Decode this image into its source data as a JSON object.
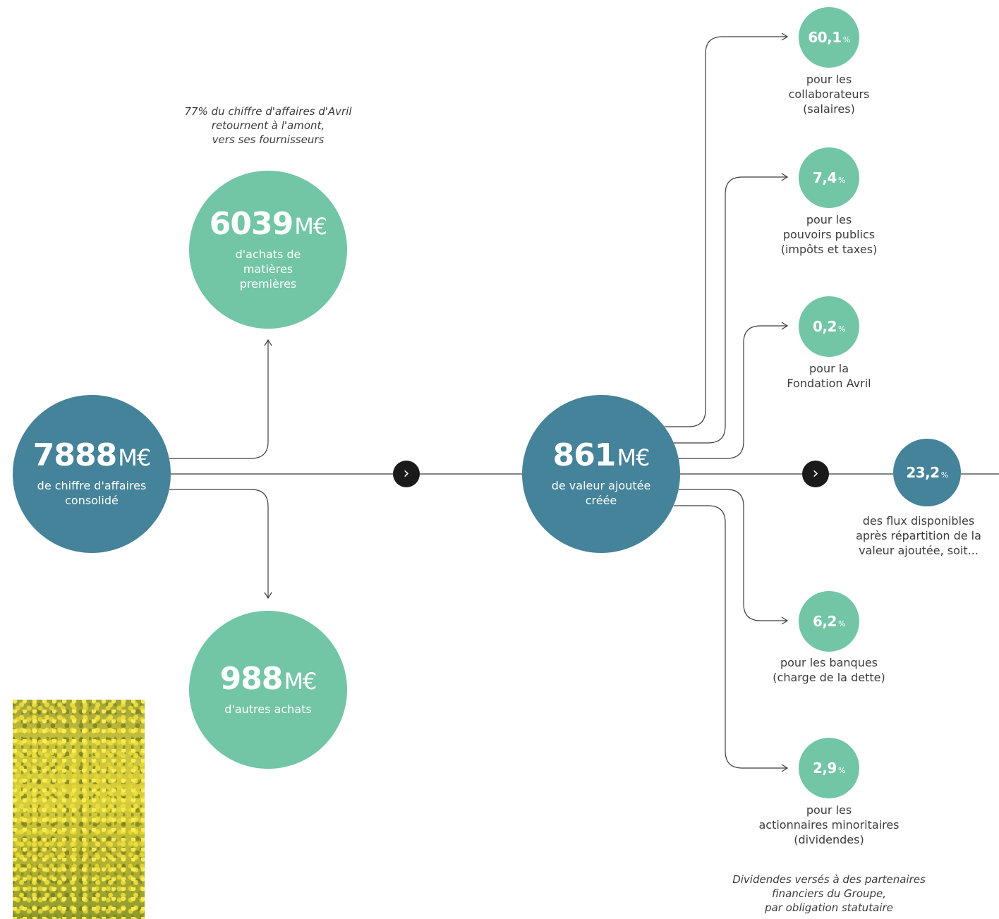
{
  "colors": {
    "blue": "#448399",
    "green": "#72c6a5",
    "line": "#3c3c3c",
    "chevron": "#1a1a1a"
  },
  "revenue": {
    "value": "7888",
    "unit": "M€",
    "label": "de chiffre d'affaires consolidé"
  },
  "raw_materials": {
    "value": "6039",
    "unit": "M€",
    "label": "d'achats de matières premières",
    "note": "77% du chiffre d'affaires d'Avril\nretournent à l'amont,\nvers ses fournisseurs"
  },
  "other_purchases": {
    "value": "988",
    "unit": "M€",
    "label": "d'autres achats"
  },
  "value_added": {
    "value": "861",
    "unit": "M€",
    "label": "de valeur ajoutée créée"
  },
  "distribution": [
    {
      "value": "60,1",
      "unit": "%",
      "label": "pour les\ncollaborateurs\n(salaires)"
    },
    {
      "value": "7,4",
      "unit": "%",
      "label": "pour les\npouvoirs publics\n(impôts et taxes)"
    },
    {
      "value": "0,2",
      "unit": "%",
      "label": "pour la\nFondation Avril"
    },
    {
      "value": "6,2",
      "unit": "%",
      "label": "pour les banques\n(charge de la dette)"
    },
    {
      "value": "2,9",
      "unit": "%",
      "label": "pour les\nactionnaires minoritaires\n(dividendes)"
    }
  ],
  "available_flows": {
    "value": "23,2",
    "unit": "%",
    "label": "des flux disponibles\naprès répartition de la\nvaleur ajoutée, soit..."
  },
  "dividends_note": "Dividendes versés à des partenaires\nfinanciers du Groupe,\npar obligation statutaire"
}
